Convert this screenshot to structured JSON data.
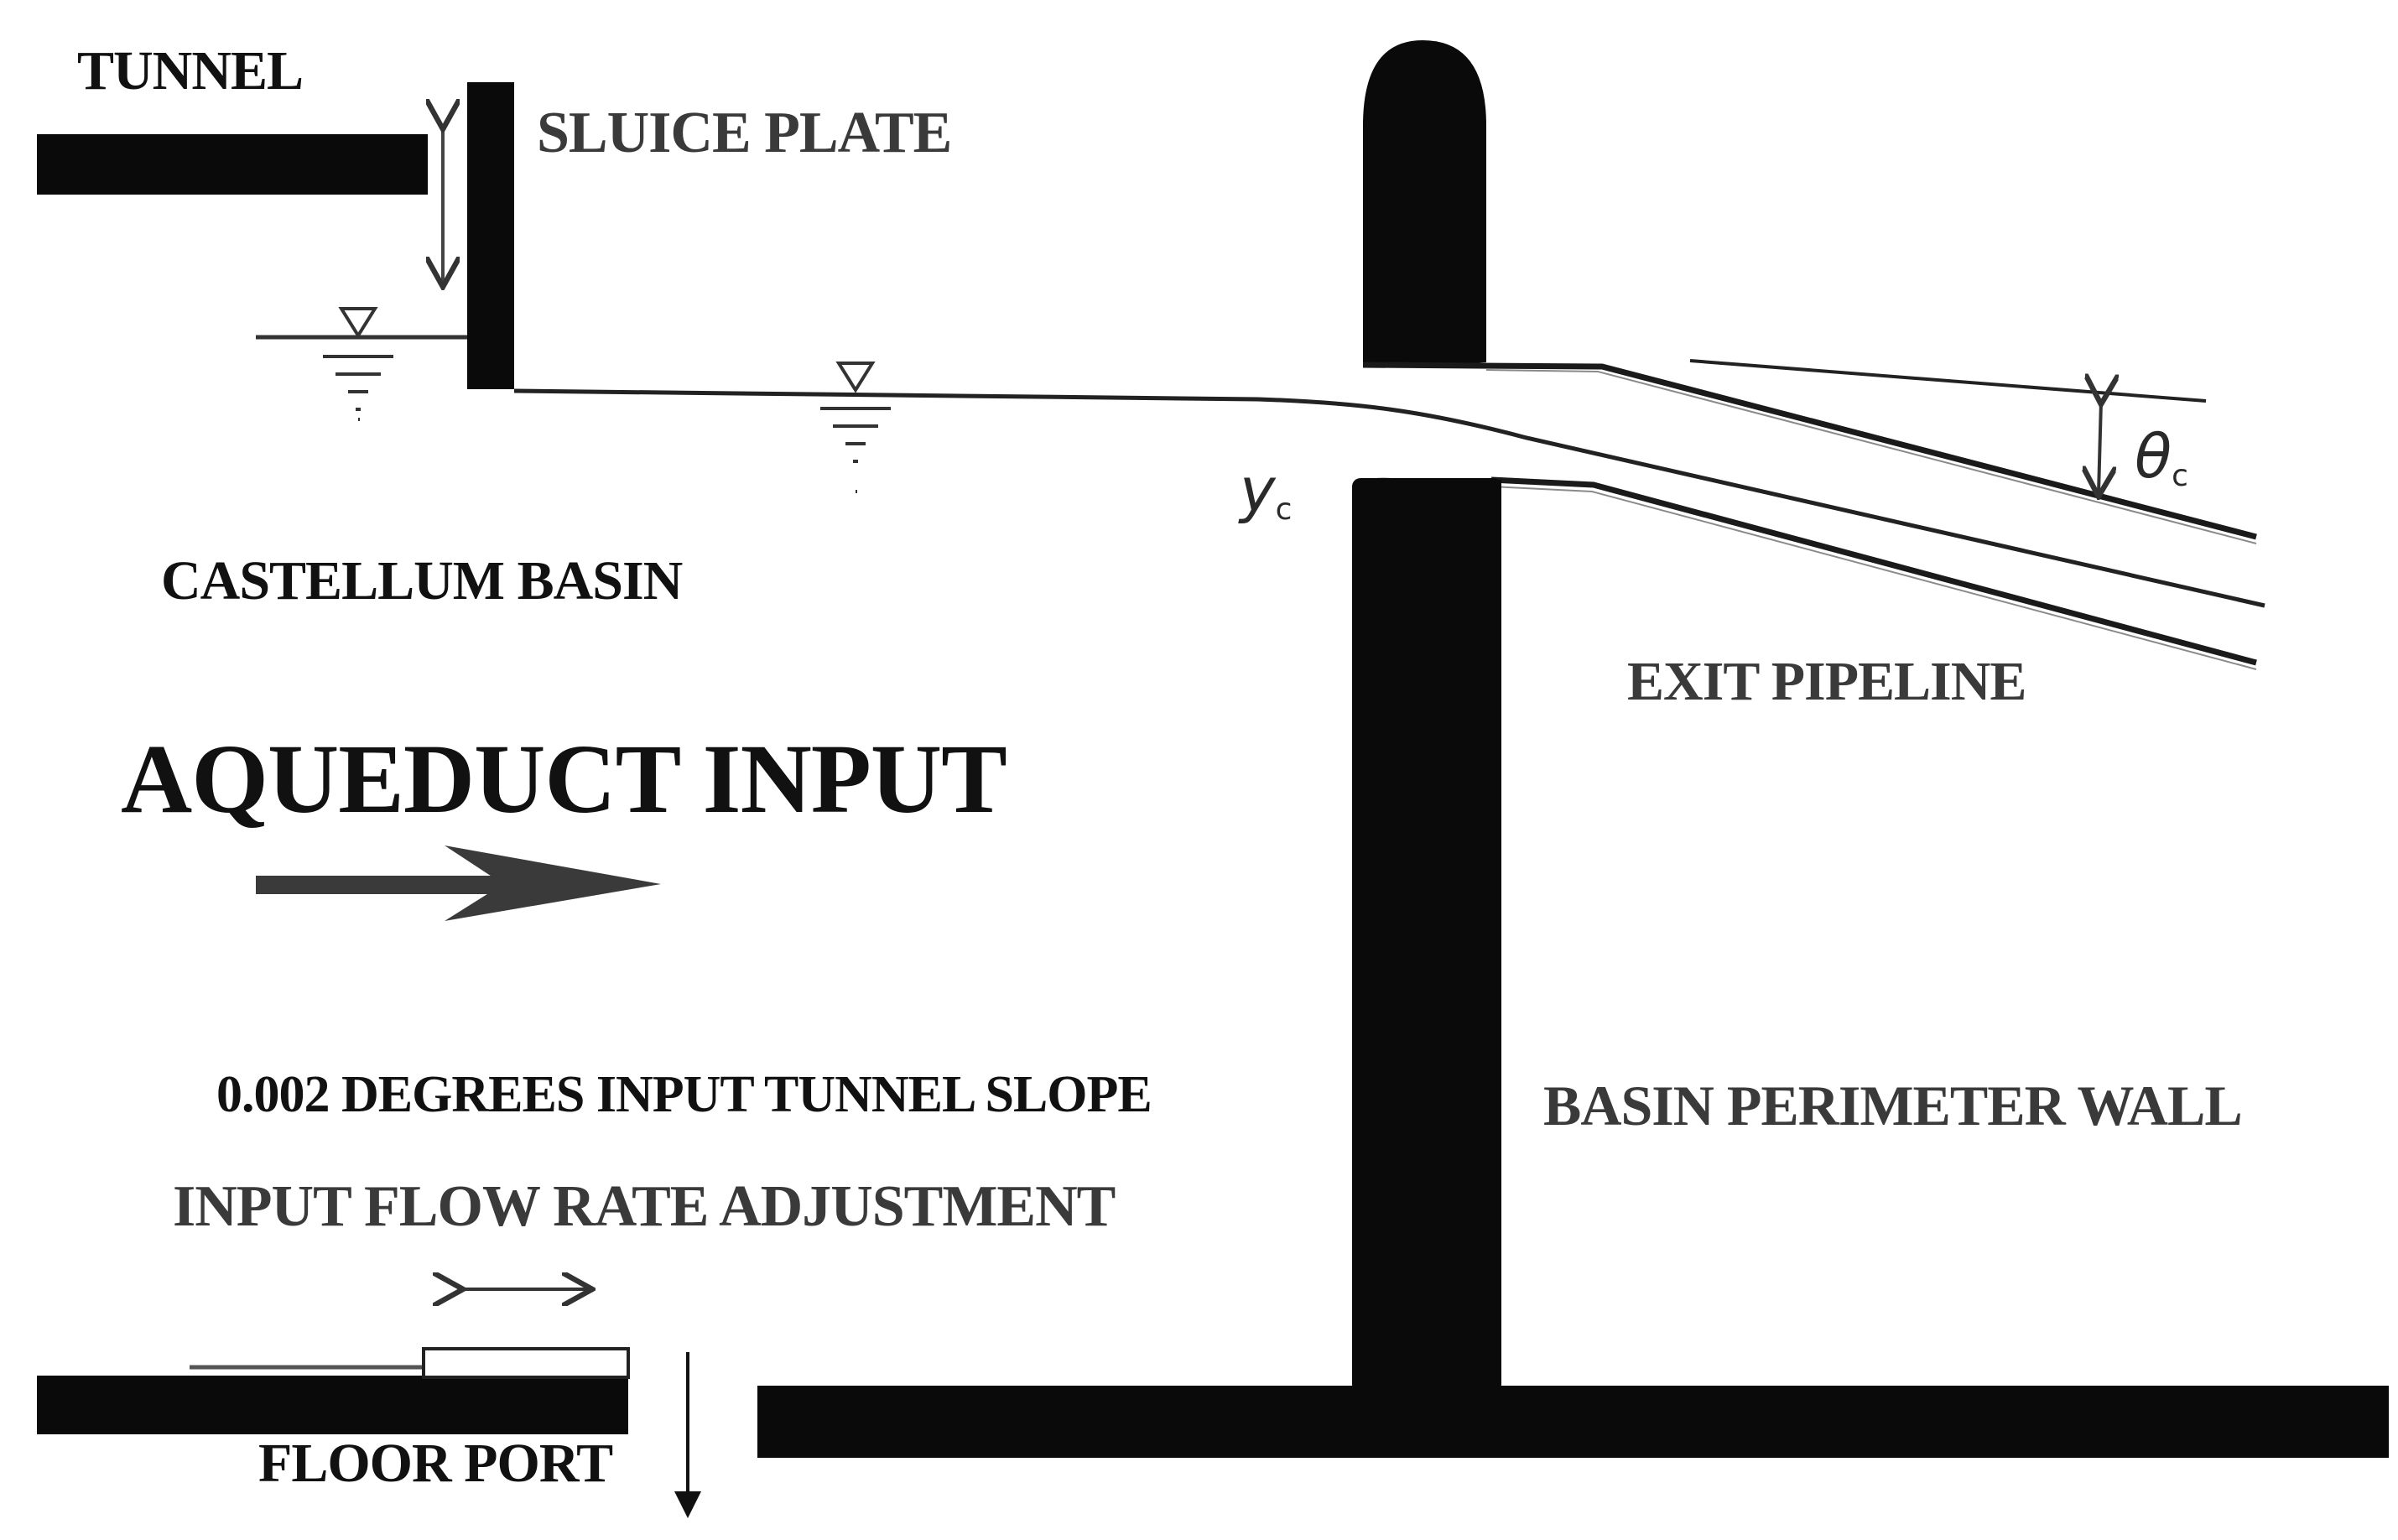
{
  "labels": {
    "tunnel": "TUNNEL",
    "sluice_plate": "SLUICE PLATE",
    "castellum_basin": "CASTELLUM BASIN",
    "aqueduct_input": "AQUEDUCT INPUT",
    "input_tunnel_slope": "0.002 DEGREES INPUT TUNNEL SLOPE",
    "input_flow_rate_adjustment": "INPUT FLOW RATE ADJUSTMENT",
    "floor_port": "FLOOR PORT",
    "exit_pipeline": "EXIT PIPELINE",
    "basin_perimeter_wall": "BASIN PERIMETER WALL"
  },
  "symbols": {
    "critical_depth_base": "y",
    "critical_depth_sub": "c",
    "critical_angle_base": "θ",
    "critical_angle_sub": "c"
  },
  "colors": {
    "ink": "#0a0a0a",
    "pencil": "#333333",
    "arrow_fill": "#3a3a3a"
  }
}
